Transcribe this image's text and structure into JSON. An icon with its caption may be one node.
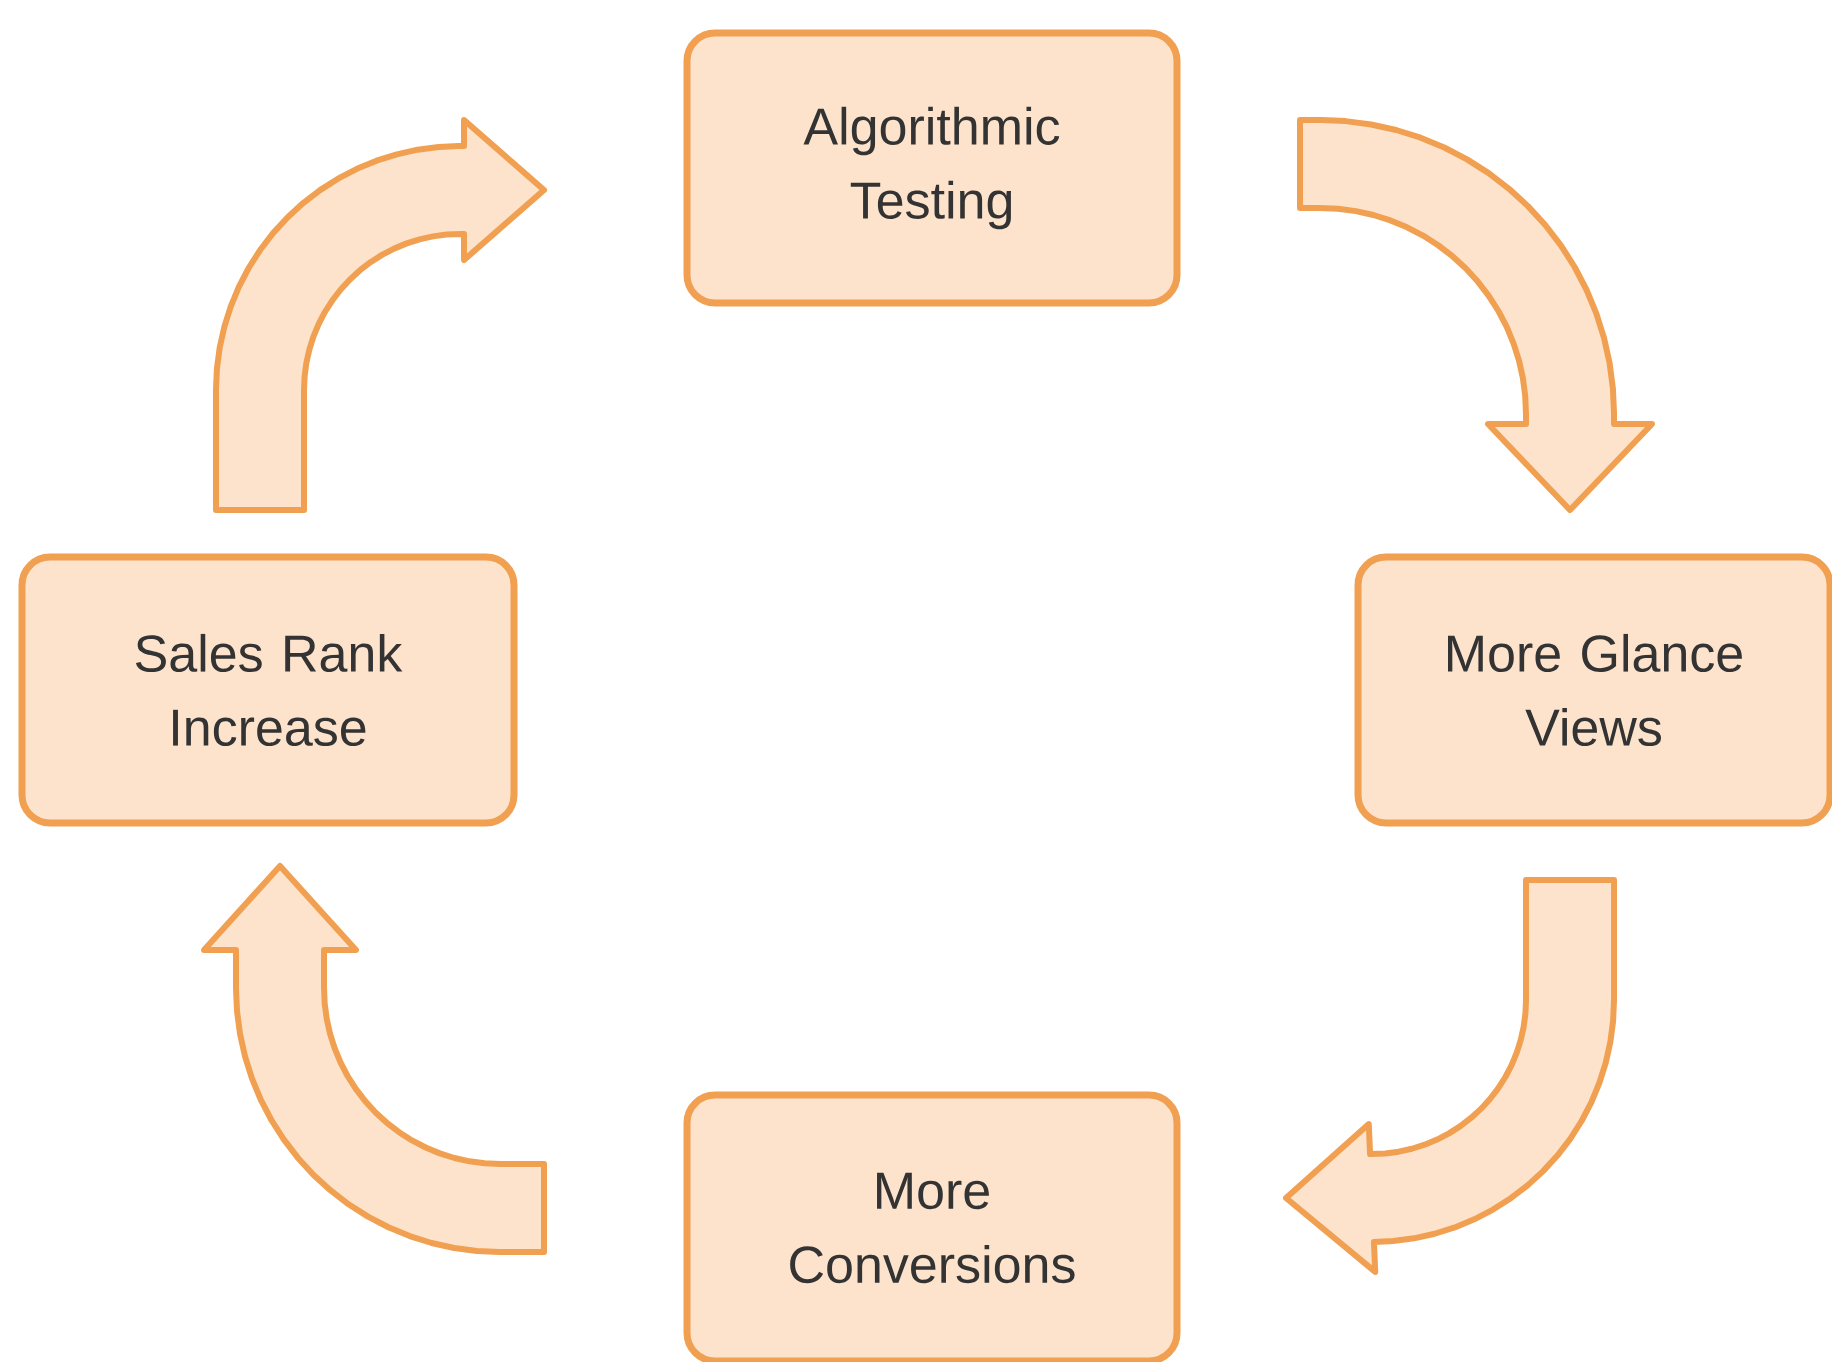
{
  "diagram": {
    "nodes": [
      {
        "text": [
          "Algorithmic Testing"
        ]
      },
      {
        "text": [
          "More Glance Views"
        ]
      },
      {
        "text": [
          "More Conversions"
        ]
      },
      {
        "text": [
          "Sales Rank Increase"
        ]
      }
    ],
    "edges": [
      {
        "from": 0,
        "to": 1,
        "arrow": "to"
      },
      {
        "from": 1,
        "to": 2,
        "arrow": "to"
      },
      {
        "from": 2,
        "to": 3,
        "arrow": "to"
      },
      {
        "from": 3,
        "to": 0,
        "arrow": "to"
      }
    ]
  }
}
